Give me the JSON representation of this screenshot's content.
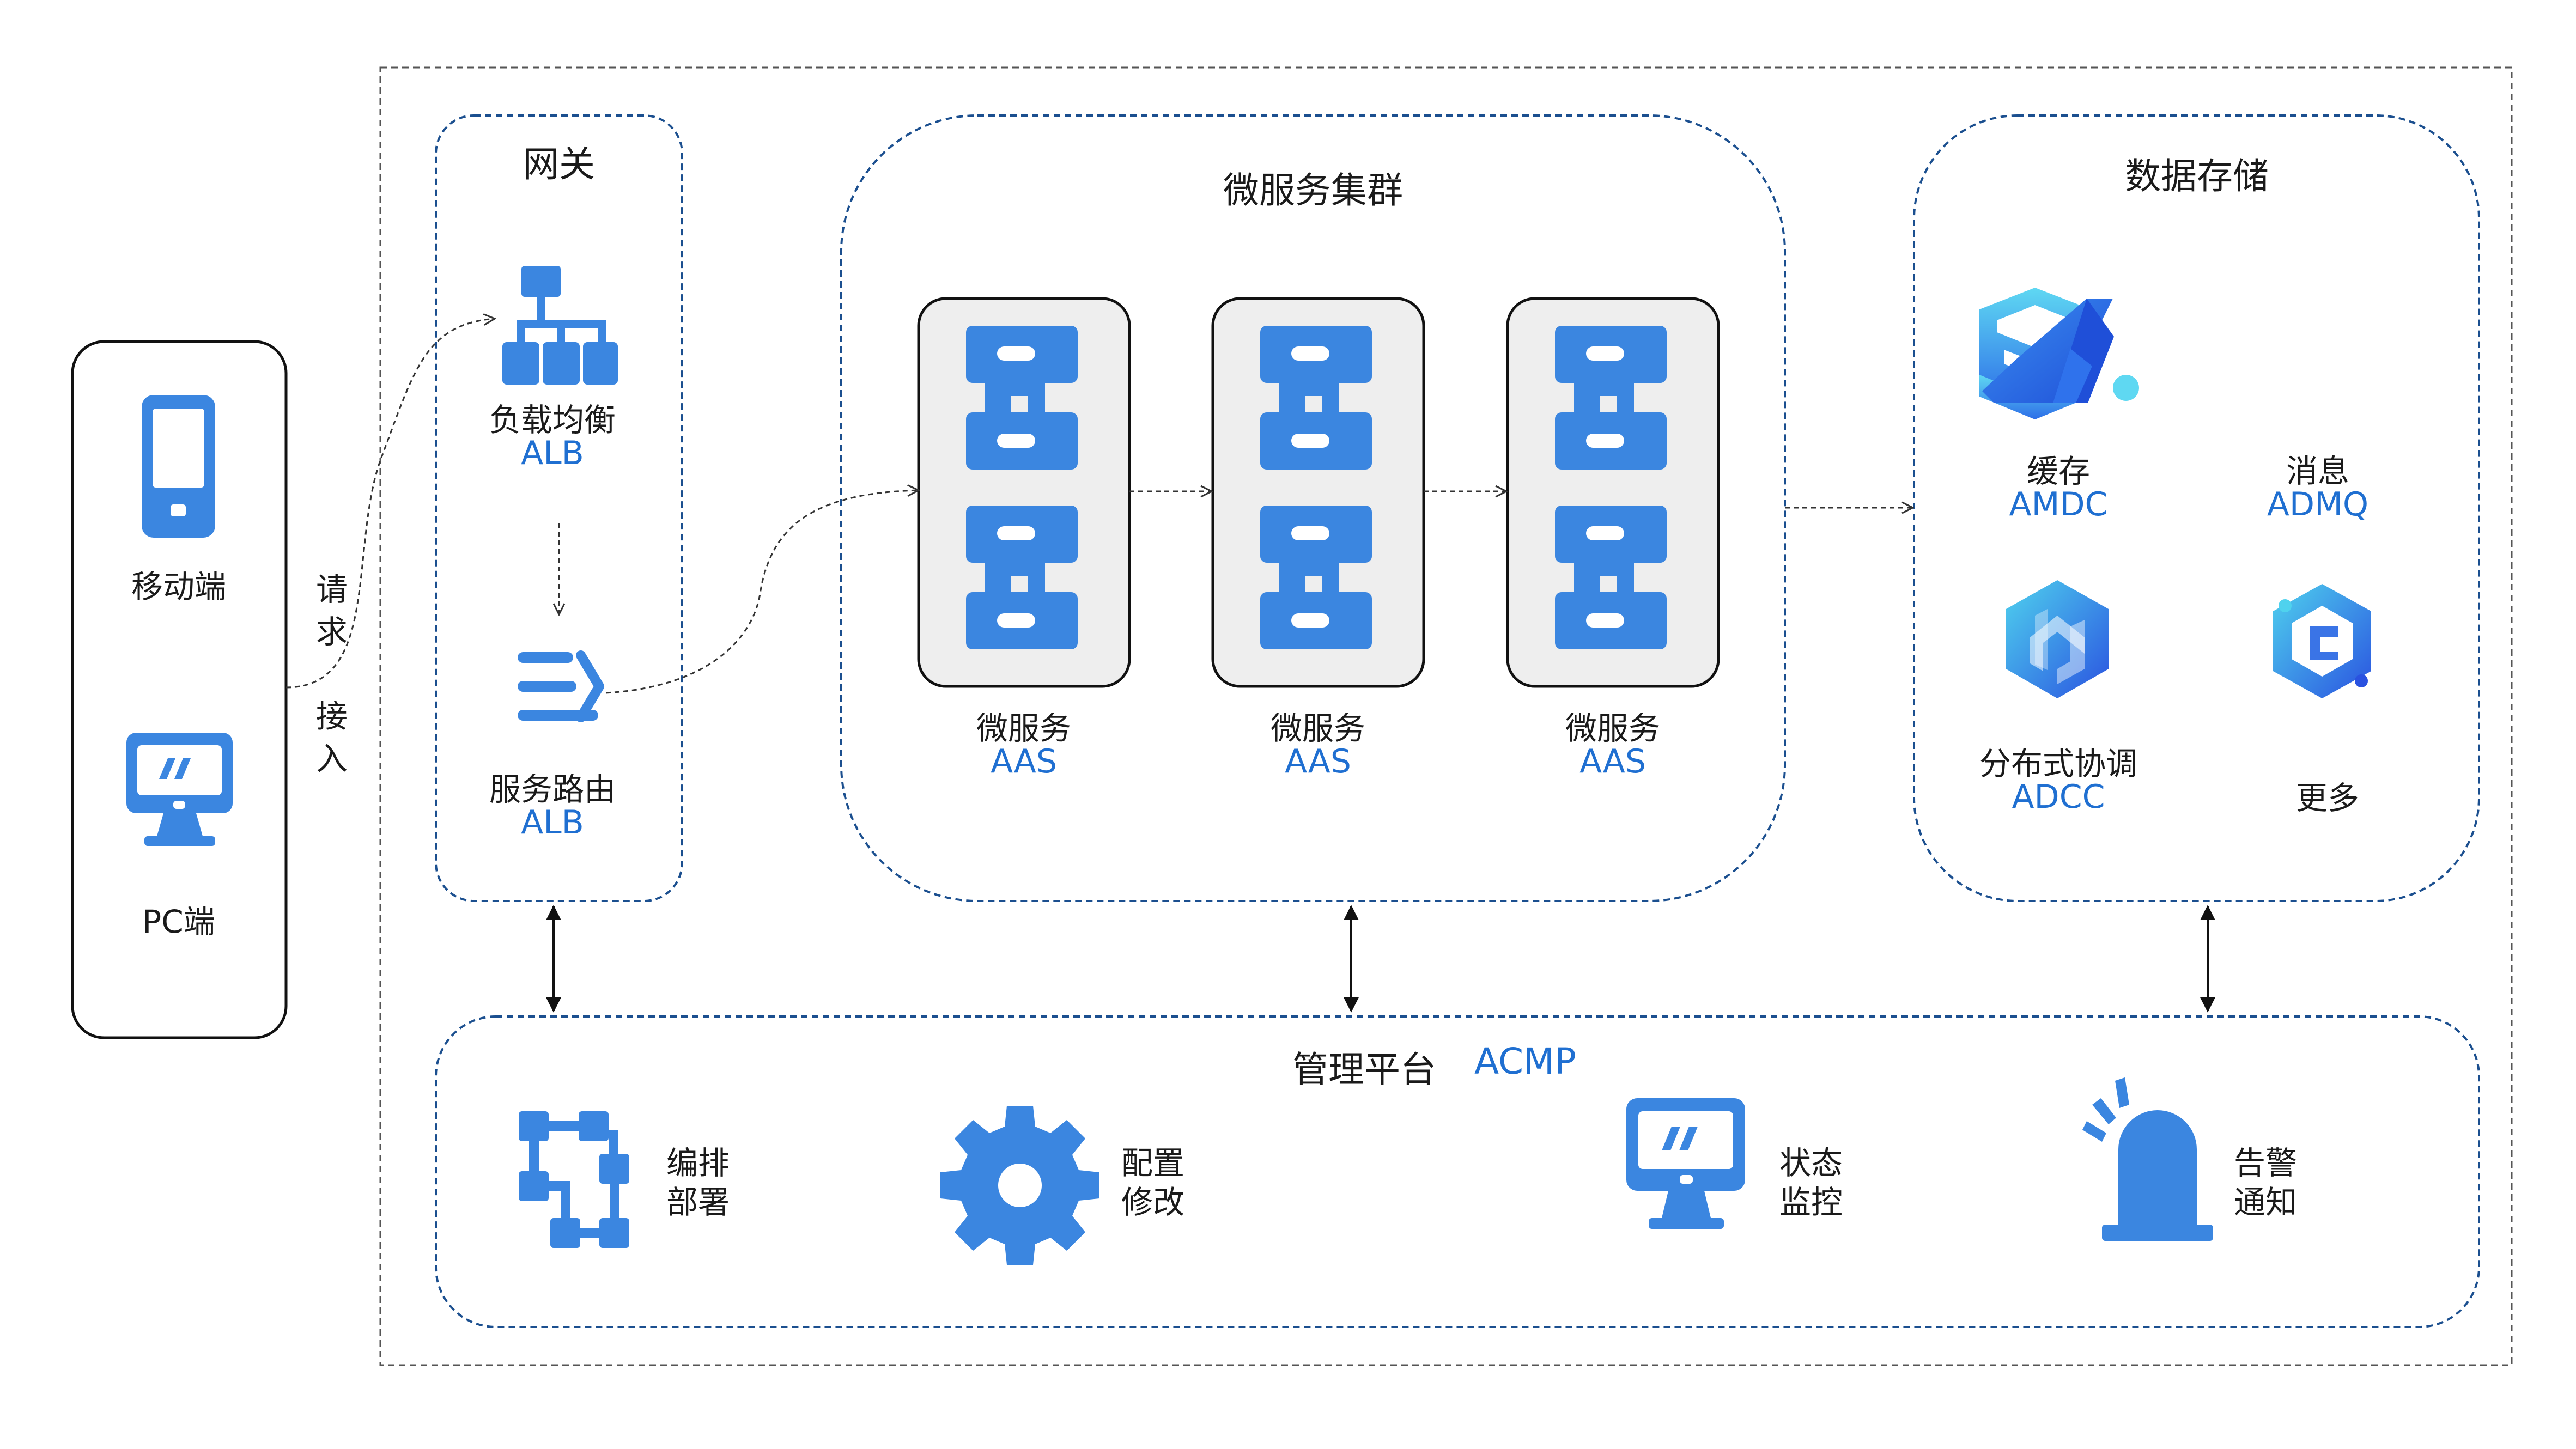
{
  "clients": {
    "mobile_label": "移动端",
    "pc_label": "PC端",
    "request_label": [
      "请",
      "求",
      "接",
      "入"
    ]
  },
  "gateway": {
    "title": "网关",
    "load_balancer": {
      "name": "负载均衡",
      "code": "ALB"
    },
    "service_router": {
      "name": "服务路由",
      "code": "ALB"
    }
  },
  "microservices": {
    "title": "微服务集群",
    "nodes": [
      {
        "name": "微服务",
        "code": "AAS"
      },
      {
        "name": "微服务",
        "code": "AAS"
      },
      {
        "name": "微服务",
        "code": "AAS"
      }
    ]
  },
  "data_storage": {
    "title": "数据存储",
    "items": [
      {
        "name": "缓存",
        "code": "AMDC"
      },
      {
        "name": "消息",
        "code": "ADMQ"
      },
      {
        "name": "分布式协调",
        "code": "ADCC"
      },
      {
        "name": "更多",
        "code": ""
      }
    ]
  },
  "management": {
    "title": "管理平台",
    "code": "ACMP",
    "items": [
      {
        "line1": "编排",
        "line2": "部署"
      },
      {
        "line1": "配置",
        "line2": "修改"
      },
      {
        "line1": "状态",
        "line2": "监控"
      },
      {
        "line1": "告警",
        "line2": "通知"
      }
    ]
  },
  "colors": {
    "icon_blue": "#3b86e0",
    "text_blue": "#1f6fd1",
    "border_blue": "#1b4f8f",
    "node_fill": "#eeeeee"
  }
}
